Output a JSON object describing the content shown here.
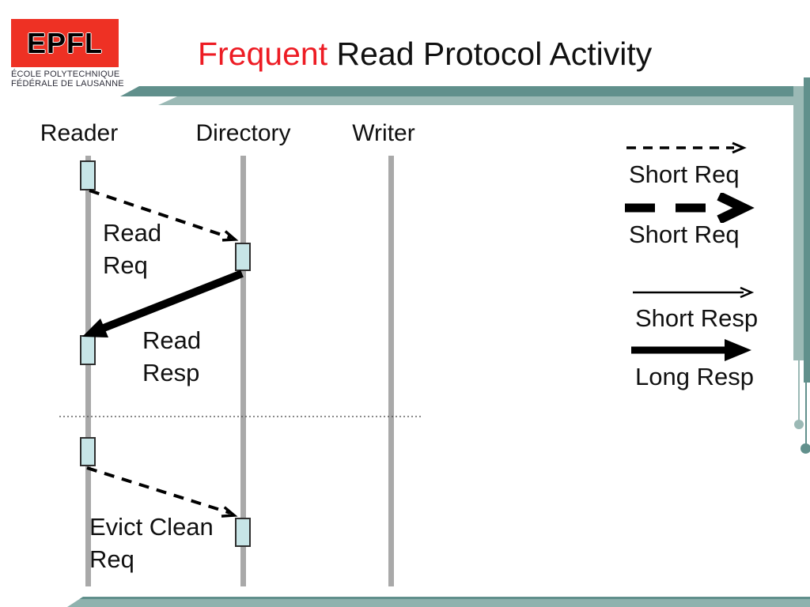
{
  "title": {
    "highlight": "Frequent",
    "rest": " Read Protocol Activity"
  },
  "logo": {
    "acronym": "EPFL",
    "caption_line1": "ÉCOLE POLYTECHNIQUE",
    "caption_line2": "FÉDÉRALE DE LAUSANNE"
  },
  "diagram": {
    "columns": [
      {
        "label": "Reader"
      },
      {
        "label": "Directory"
      },
      {
        "label": "Writer"
      }
    ],
    "messages": [
      {
        "line1": "Read",
        "line2": "Req",
        "from": "Reader",
        "to": "Directory",
        "arrow": "thin-dashed"
      },
      {
        "line1": "Read",
        "line2": "Resp",
        "from": "Directory",
        "to": "Reader",
        "arrow": "thick-solid"
      },
      {
        "line1": "Evict Clean",
        "line2": "Req",
        "from": "Reader",
        "to": "Directory",
        "arrow": "thin-dashed"
      }
    ]
  },
  "legend": {
    "items": [
      {
        "label": "Short Req",
        "style": "thin-dashed"
      },
      {
        "label": "Short Req",
        "style": "thick-dashed"
      },
      {
        "label": "Short Resp",
        "style": "thin-solid"
      },
      {
        "label": "Long Resp",
        "style": "thick-solid"
      }
    ]
  },
  "colors": {
    "accent_red": "#ed1c24",
    "logo_red": "#ee3124",
    "teal_dark": "#61908c",
    "teal_light": "#9bb9b5",
    "activation_fill": "#c7e5e7",
    "lifeline_gray": "#a9a9a9",
    "text_black": "#111111"
  }
}
